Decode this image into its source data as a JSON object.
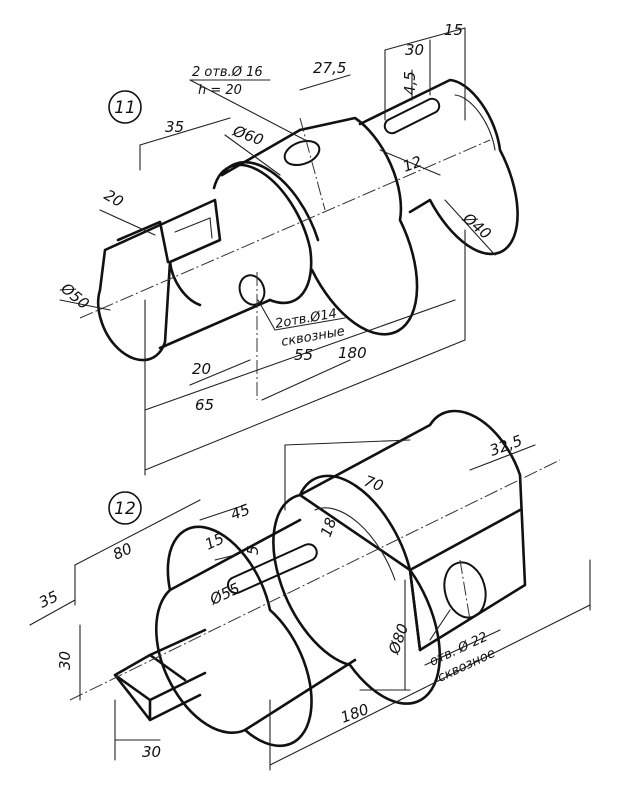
{
  "part11": {
    "number": "11",
    "dims": {
      "d15": "15",
      "d30": "30",
      "d27_5": "27,5",
      "d4_5": "4,5",
      "d35": "35",
      "dia60": "Ø60",
      "d20_top": "20",
      "dia50": "Ø50",
      "d12": "12",
      "dia40": "Ø40",
      "d20_bot": "20",
      "d65": "65",
      "d55": "55",
      "d180": "180"
    },
    "notes": {
      "holes_top_1": "2 отв.Ø 16",
      "holes_top_2": "h = 20",
      "holes_side_1": "2отв.Ø14",
      "holes_side_2": "сквозные"
    }
  },
  "part12": {
    "number": "12",
    "dims": {
      "d70": "70",
      "d32_5": "32,5",
      "d45": "45",
      "d80": "80",
      "d15": "15",
      "d5": "5",
      "d18": "18",
      "dia55": "Ø55",
      "d35": "35",
      "d30_left": "30",
      "dia80": "Ø80",
      "d180": "180",
      "d30_bot": "30"
    },
    "notes": {
      "hole_1": "отв. Ø 22",
      "hole_2": "сквозное"
    }
  }
}
